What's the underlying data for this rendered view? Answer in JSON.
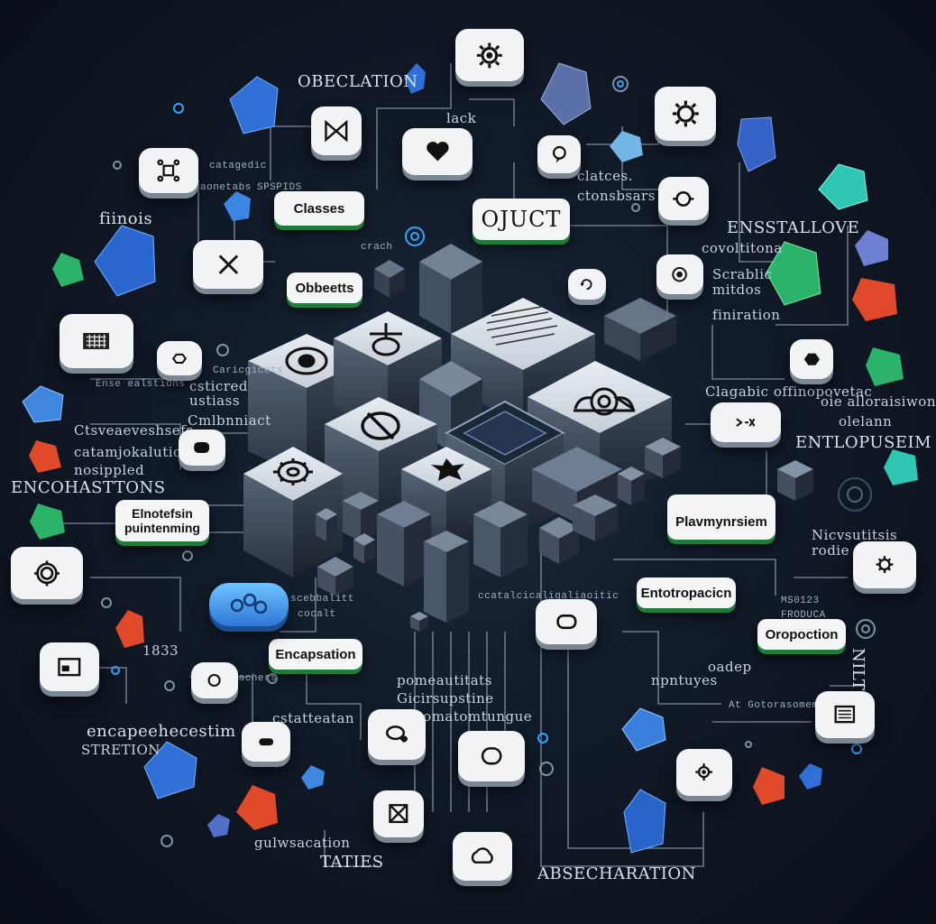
{
  "labels": {
    "obeclation": "OBECLATION",
    "lack": "lack",
    "catagedic": "catagedic",
    "aonetabs": "aonetabs",
    "spspids": "SPSPIDS",
    "fiinois": "fiinois",
    "crach": "crach",
    "clatces": "clatces.",
    "ctonsbsars": "ctonsbsars",
    "ensstallove": "ENSSTALLOVE",
    "covoltitona": "covoltitona",
    "scrablic_mitdos": "Scrablic\nmitdos",
    "finiration": "finiration",
    "caricgicets": "Caricgicets",
    "ense_ealstions": "Ense ealstions",
    "csticred_ustiass": "csticred\nustiass",
    "cmlbnniact": "Cmlbnniact",
    "ctsveaeveshsefs": "Ctsveaeveshsefs",
    "catamjokalution": "catamjokalution",
    "nosippled": "nosippled",
    "encohastitons": "ENCOHASTTONS",
    "clagabic_offinopovetac": "Clagabic offinopovetac",
    "oie_alloraisiwon": "oie alloraisiwon",
    "olelann": "olelann",
    "entlopusein": "ENTLOPUSEIM",
    "nicvsutitsis_rodie": "Nicvsutitsis\nrodie",
    "scebbalitt": "scebbalitt",
    "cocalt": "cocalt",
    "msn123": "MS0123",
    "froduca": "FRODUCA",
    "ccatalcicaligaliaoitic": "ccatalcicaligaliaoitic",
    "cicaghachers": "Cicaghachers",
    "pomeautitats": "pomeautitats",
    "gicirsupstine": "Gicirsupstine",
    "chbomatomtungue": "chbomatomtungue",
    "cstatteatan": "cstatteatan",
    "encapeehecestim": "encapeehecestim",
    "stretion": "STRETION",
    "oadep": "oadep",
    "npntuyes": "npntuyes",
    "at_gotorasomemtions": "At Gotorasomemtions",
    "nilt13": "NILT13",
    "gulwsacation": "gulwsacation",
    "taties": "TATIES",
    "absecharation": "ABSECHARATION",
    "num_183": "183",
    "num_3": "3"
  },
  "pills": {
    "classes": "Classes",
    "objects": "Obbeetts",
    "object_big": "OJUCT",
    "encapsulation": "Encapsation",
    "elnotefsin": "Elnotefsin\npuintenming",
    "entotropacicn": "Entotropacicn",
    "oropoction": "Oropoction",
    "plavmynrsiem": "Plavmynrsiem"
  },
  "icons": {
    "gear_top": "gear-icon",
    "bowtie": "bowtie-icon",
    "heart": "heart-icon",
    "network": "network-icon",
    "close_x": "close-x-icon",
    "keyboard": "keyboard-icon",
    "gear_right": "gear-icon",
    "circle_speech": "speech-bubble-icon",
    "ring": "ring-icon",
    "lens": "lens-icon",
    "refresh": "refresh-icon",
    "document": "document-icon",
    "flow": "flow-icon",
    "settings_small": "settings-icon",
    "card": "card-icon",
    "list": "list-icon",
    "box_x": "box-x-icon",
    "cloud": "cloud-icon",
    "rounded_rect": "rounded-rect-icon",
    "gear_left": "gear-icon",
    "cube": "cube-icon"
  },
  "colors": {
    "background": "#0f1724",
    "pill_accent": "#1f7a3c",
    "blue_gem": "#2f6fd6",
    "green_gem": "#2bb36a",
    "red_gem": "#e04a2a",
    "teal_gem": "#2fc6b4",
    "cube_top": "#5c6c80",
    "cube_side": "#28313f"
  }
}
